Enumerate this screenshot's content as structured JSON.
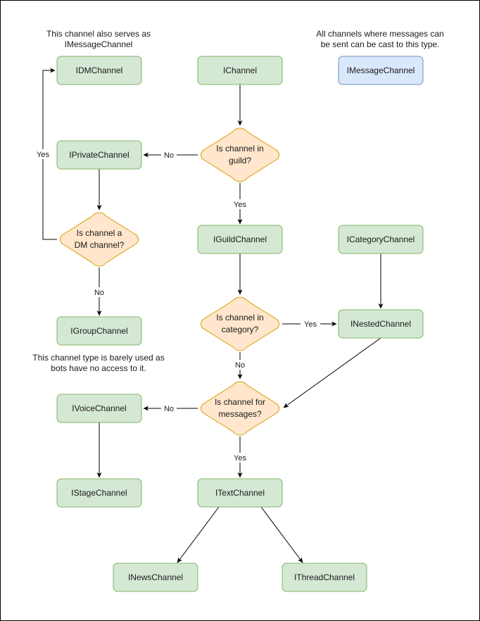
{
  "colors": {
    "green_fill": "#d5e8d4",
    "green_stroke": "#82b366",
    "blue_fill": "#dae8fc",
    "blue_stroke": "#6c8ebf",
    "orange_fill": "#ffe6cc",
    "orange_stroke": "#d79b00",
    "line": "#000000"
  },
  "nodes": {
    "idmchannel": "IDMChannel",
    "ichannel": "IChannel",
    "imessagechannel": "IMessageChannel",
    "iprivatechannel": "IPrivateChannel",
    "iguildchannel": "IGuildChannel",
    "icategorychannel": "ICategoryChannel",
    "igroupchannel": "IGroupChannel",
    "inestedchannel": "INestedChannel",
    "ivoicechannel": "IVoiceChannel",
    "istagechannel": "IStageChannel",
    "itextchannel": "ITextChannel",
    "inewschannel": "INewsChannel",
    "ithreadchannel": "IThreadChannel"
  },
  "decisions": {
    "in_guild": [
      "Is channel in",
      "guild?"
    ],
    "is_dm": [
      "Is channel a",
      "DM channel?"
    ],
    "in_category": [
      "Is channel in",
      "category?"
    ],
    "for_messages": [
      "Is channel for",
      "messages?"
    ]
  },
  "edge_labels": {
    "no": "No",
    "yes": "Yes"
  },
  "notes": {
    "dm_note": [
      "This channel also serves as",
      "IMessageChannel"
    ],
    "message_note": [
      "All channels where messages can",
      "be sent can be cast to this type."
    ],
    "group_note": [
      "This channel type is barely used as",
      "bots have no access to it."
    ]
  }
}
